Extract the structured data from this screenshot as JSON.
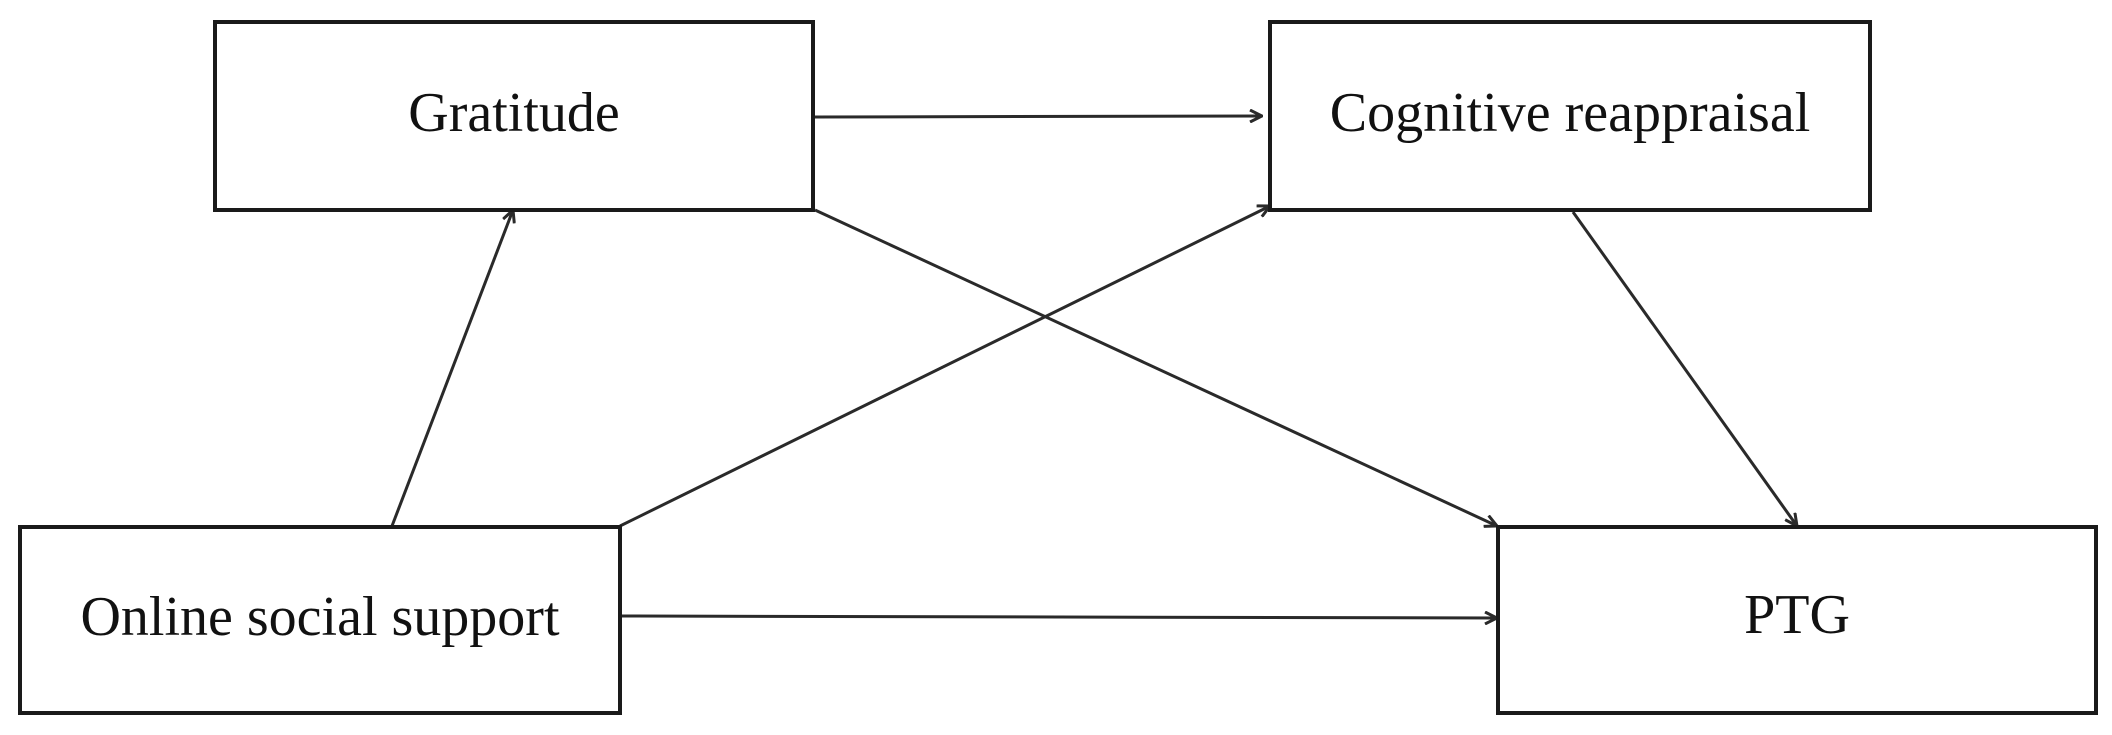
{
  "nodes": {
    "gratitude": {
      "label": "Gratitude"
    },
    "cognitive_reappraisal": {
      "label": "Cognitive reappraisal"
    },
    "online_social_support": {
      "label": "Online social support"
    },
    "ptg": {
      "label": "PTG"
    }
  },
  "edges": [
    {
      "from": "gratitude",
      "to": "cognitive_reappraisal"
    },
    {
      "from": "online_social_support",
      "to": "gratitude"
    },
    {
      "from": "online_social_support",
      "to": "cognitive_reappraisal"
    },
    {
      "from": "gratitude",
      "to": "ptg"
    },
    {
      "from": "cognitive_reappraisal",
      "to": "ptg"
    },
    {
      "from": "online_social_support",
      "to": "ptg"
    }
  ],
  "colors": {
    "line": "#2a2a2a",
    "box_border": "#1a1a1a",
    "text": "#111111",
    "background": "#ffffff"
  }
}
